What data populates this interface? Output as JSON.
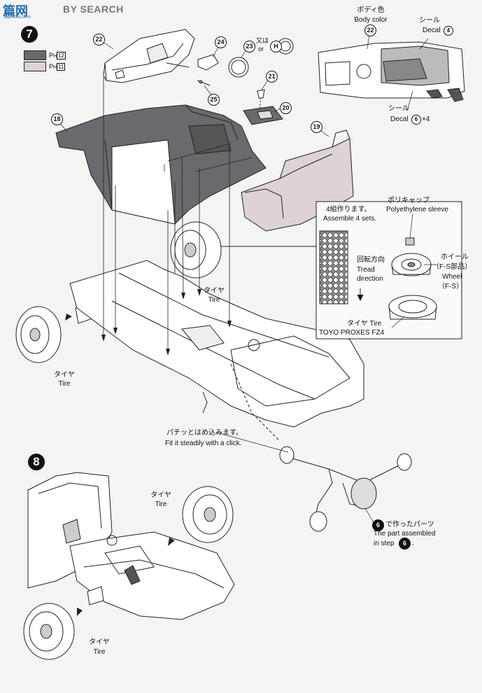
{
  "watermark": {
    "cn": "篇网",
    "en": "BY SEARCH",
    "url": "aaa.shou.com"
  },
  "steps": {
    "s7": "7",
    "s8": "8"
  },
  "legend": [
    {
      "code": "P",
      "sub": "H",
      "num": "12",
      "color": "#6a6a6e"
    },
    {
      "code": "P",
      "sub": "H",
      "num": "11",
      "color": "#dcd3d8"
    }
  ],
  "parts": {
    "p22": "22",
    "p24": "24",
    "p23": "23",
    "pH": "H",
    "p25": "25",
    "p21": "21",
    "p20": "20",
    "p18": "18",
    "p19": "19",
    "p22b": "22",
    "p4": "4",
    "p6": "6"
  },
  "labels": {
    "or_jp": "又は",
    "or_en": "or",
    "body_color_jp": "ボディ色",
    "body_color_en": "Body color",
    "decal_jp_1": "シール",
    "decal_en_1": "Decal",
    "decal_jp_2": "シール",
    "decal_en_2": "Decal",
    "decal_count": "×4",
    "assemble_jp": "4組作ります。",
    "assemble_en": "Assemble 4 sets.",
    "poly_jp": "ポリキャップ",
    "poly_en": "Polyethylene sleeve",
    "wheel_jp": "ホイール",
    "wheel_fs_jp": "（F-S部品）",
    "wheel_en": "Wheel",
    "wheel_fs_en": "（F-S）",
    "tread_jp": "回転方向",
    "tread_en_1": "Tread",
    "tread_en_2": "direction",
    "tire_box_jp": "タイヤ",
    "tire_box_en": "Tire",
    "tire_model": "TOYO PROXES FZ4",
    "tire1_jp": "タイヤ",
    "tire1_en": "Tire",
    "tire2_jp": "タイヤ",
    "tire2_en": "Tire",
    "tire3_jp": "タイヤ",
    "tire3_en": "Tire",
    "tire4_jp": "タイヤ",
    "tire4_en": "Tire",
    "click_jp": "パチッとはめ込みます。",
    "click_en": "Fit it steadily with a click.",
    "made6_jp": "で作ったパーツ",
    "made6_en_1": "The part assembled",
    "made6_en_2": "in step"
  },
  "colors": {
    "dark_part": "#6a6a6e",
    "light_part": "#dcd3d8",
    "line": "#222222"
  }
}
